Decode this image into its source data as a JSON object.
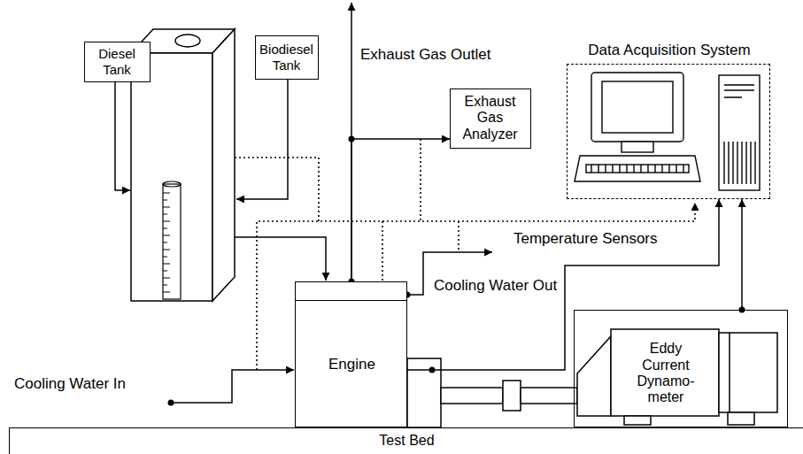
{
  "diagram": {
    "nodes": [
      {
        "text": [
          "Diesel Tank"
        ]
      },
      {
        "text": [
          "Biodiesel Tank"
        ]
      },
      {
        "text": [
          "Exhaust Gas Analyzer"
        ]
      },
      {
        "text": [
          "Data Acquisition System"
        ]
      },
      {
        "text": [
          "Engine"
        ]
      },
      {
        "text": [
          "Eddy Current Dynamo- meter"
        ]
      },
      {
        "text": [
          "Test Bed"
        ]
      }
    ],
    "edges": [
      {
        "from": 4,
        "to": 2,
        "arrow": "to"
      },
      {
        "from": 4,
        "to": 3,
        "arrow": "to"
      },
      {
        "from": 5,
        "to": 3,
        "arrow": "to"
      }
    ],
    "labels": [
      "Exhaust Gas Outlet",
      "Temperature Sensors",
      "Cooling Water Out",
      "Cooling Water In"
    ]
  }
}
